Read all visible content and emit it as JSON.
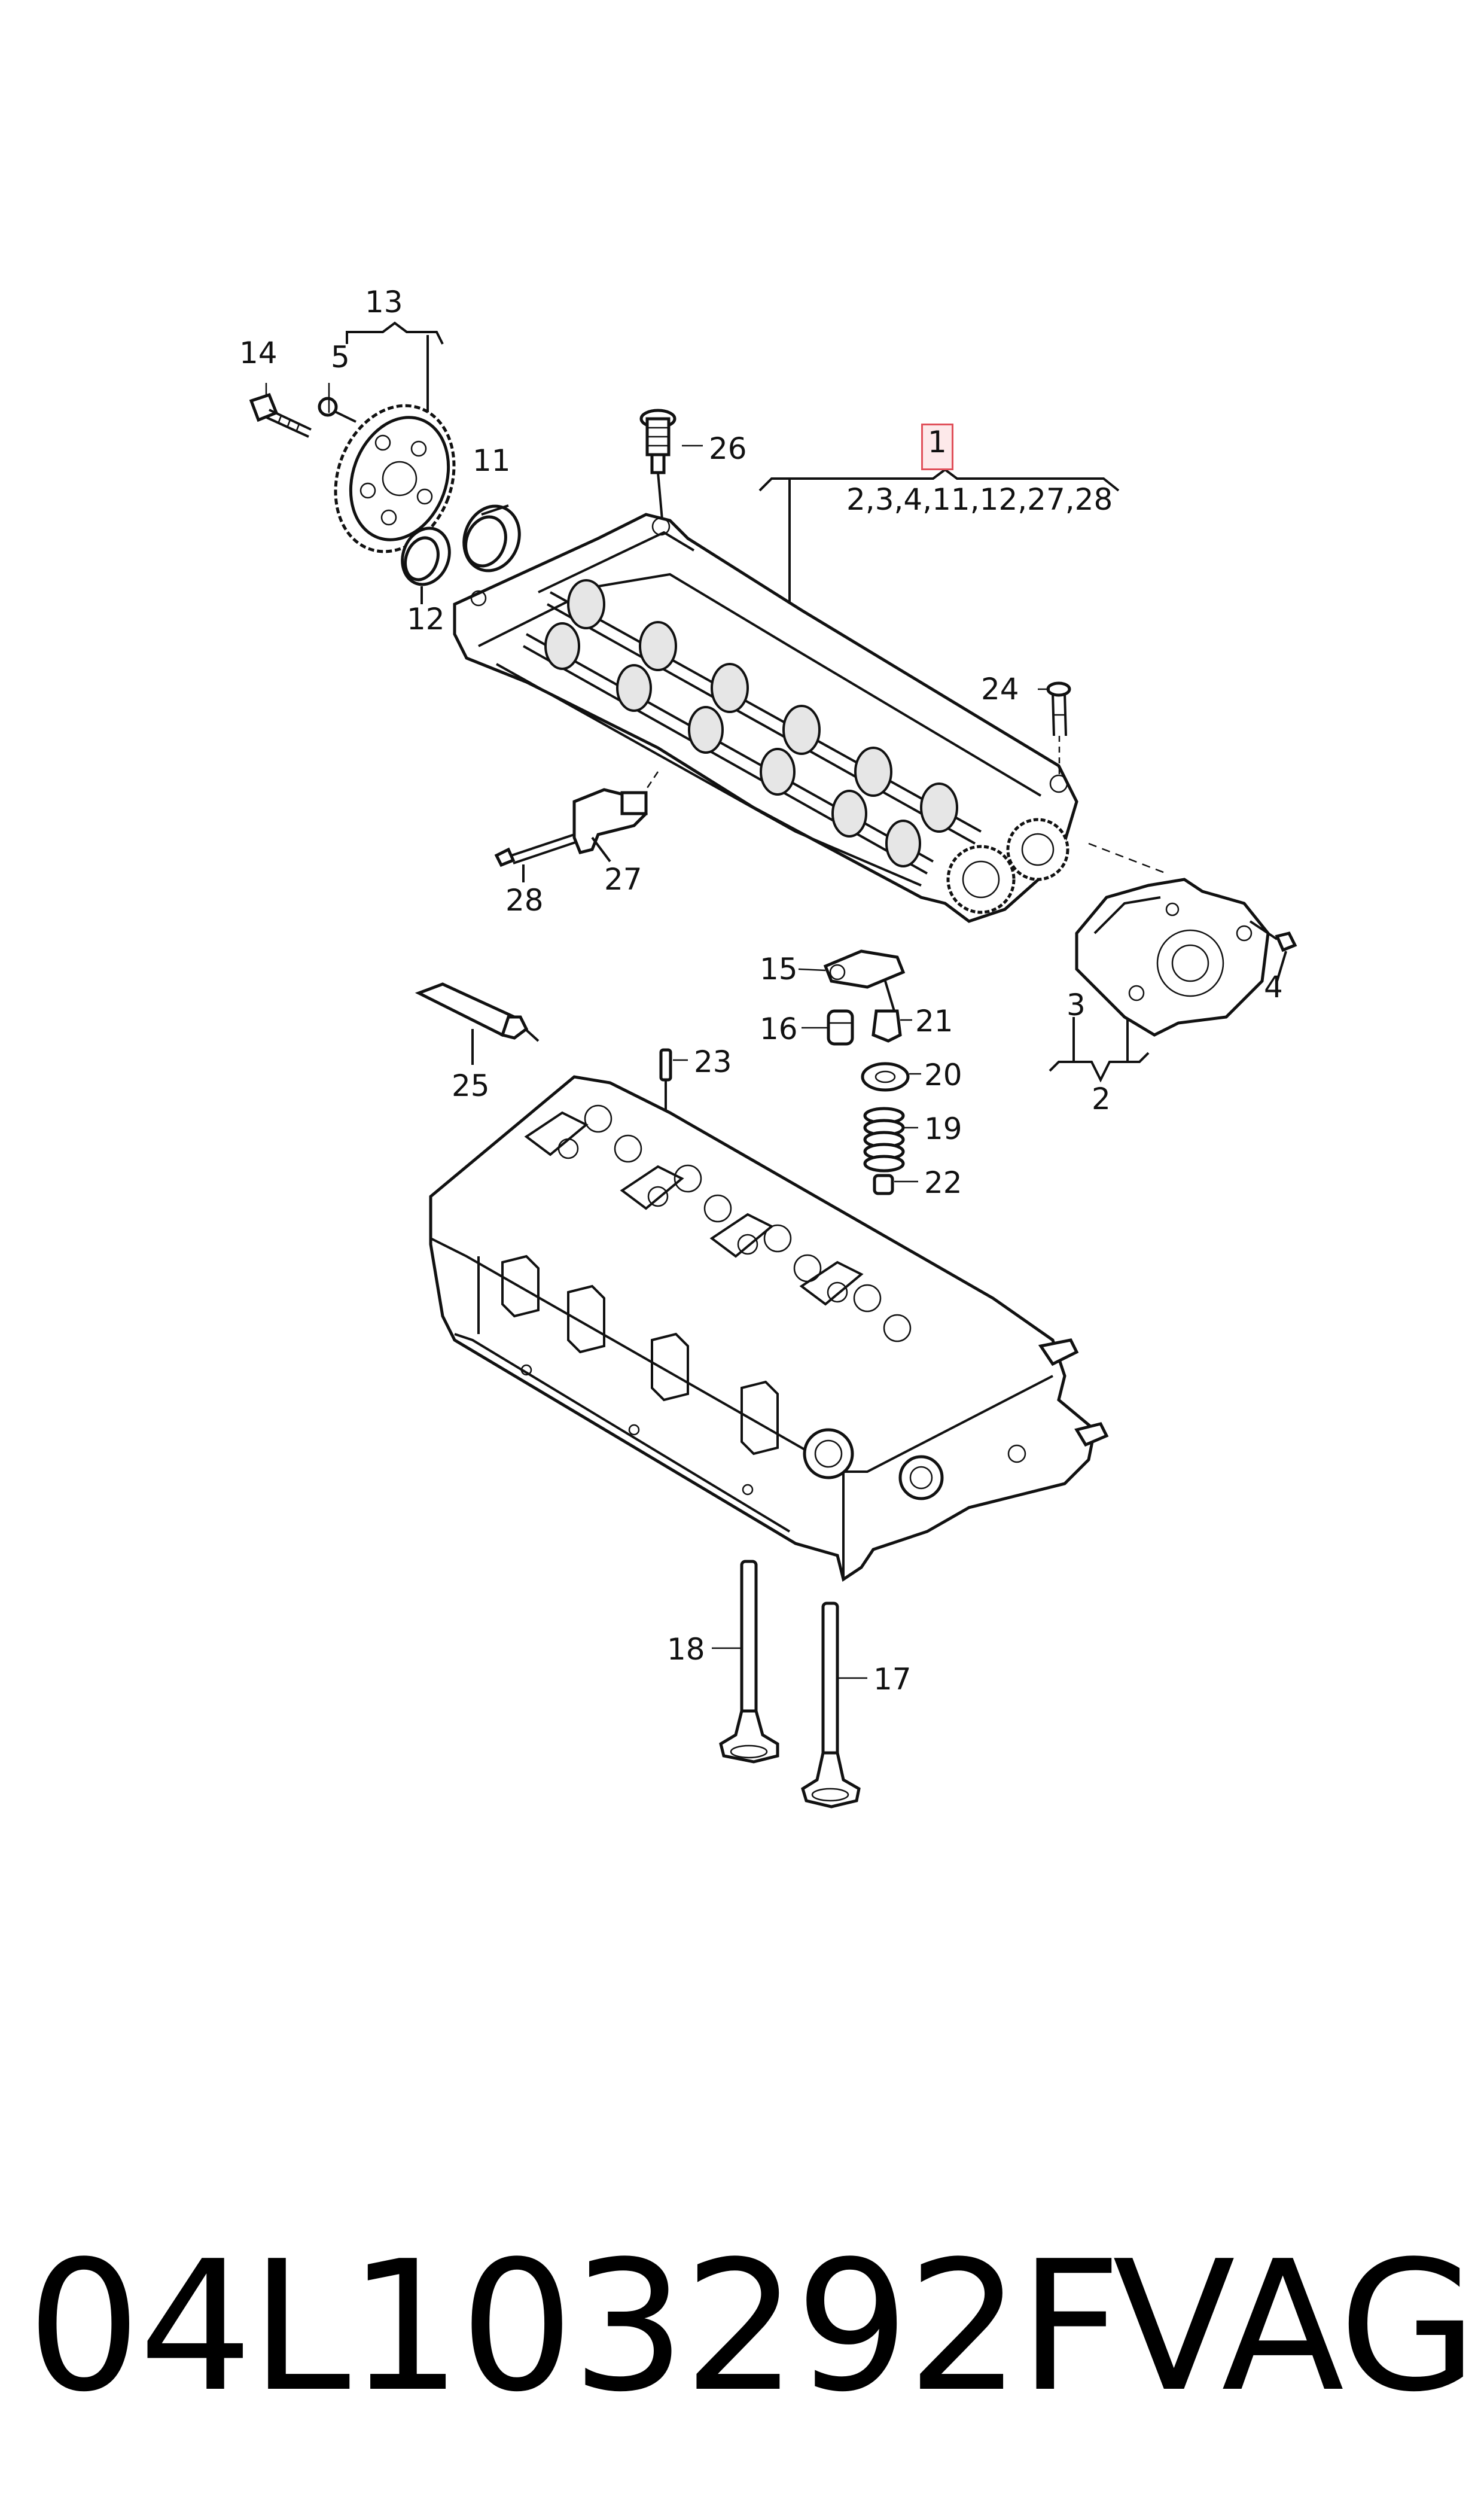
{
  "diagram": {
    "group_1_number": "1",
    "group_1_contents": "2,3,4,11,12,27,28",
    "group_13_number": "13",
    "group_2_number": "2",
    "callouts": {
      "c2": "2",
      "c3": "3",
      "c4": "4",
      "c5": "5",
      "c11": "11",
      "c12": "12",
      "c13": "13",
      "c14": "14",
      "c15": "15",
      "c16": "16",
      "c17": "17",
      "c18": "18",
      "c19": "19",
      "c20": "20",
      "c21": "21",
      "c22": "22",
      "c23": "23",
      "c24": "24",
      "c25": "25",
      "c26": "26",
      "c27": "27",
      "c28": "28"
    },
    "highlight_color": "#e0505a"
  },
  "footer": {
    "part_number": "04L103292F",
    "brand": "VAG"
  }
}
